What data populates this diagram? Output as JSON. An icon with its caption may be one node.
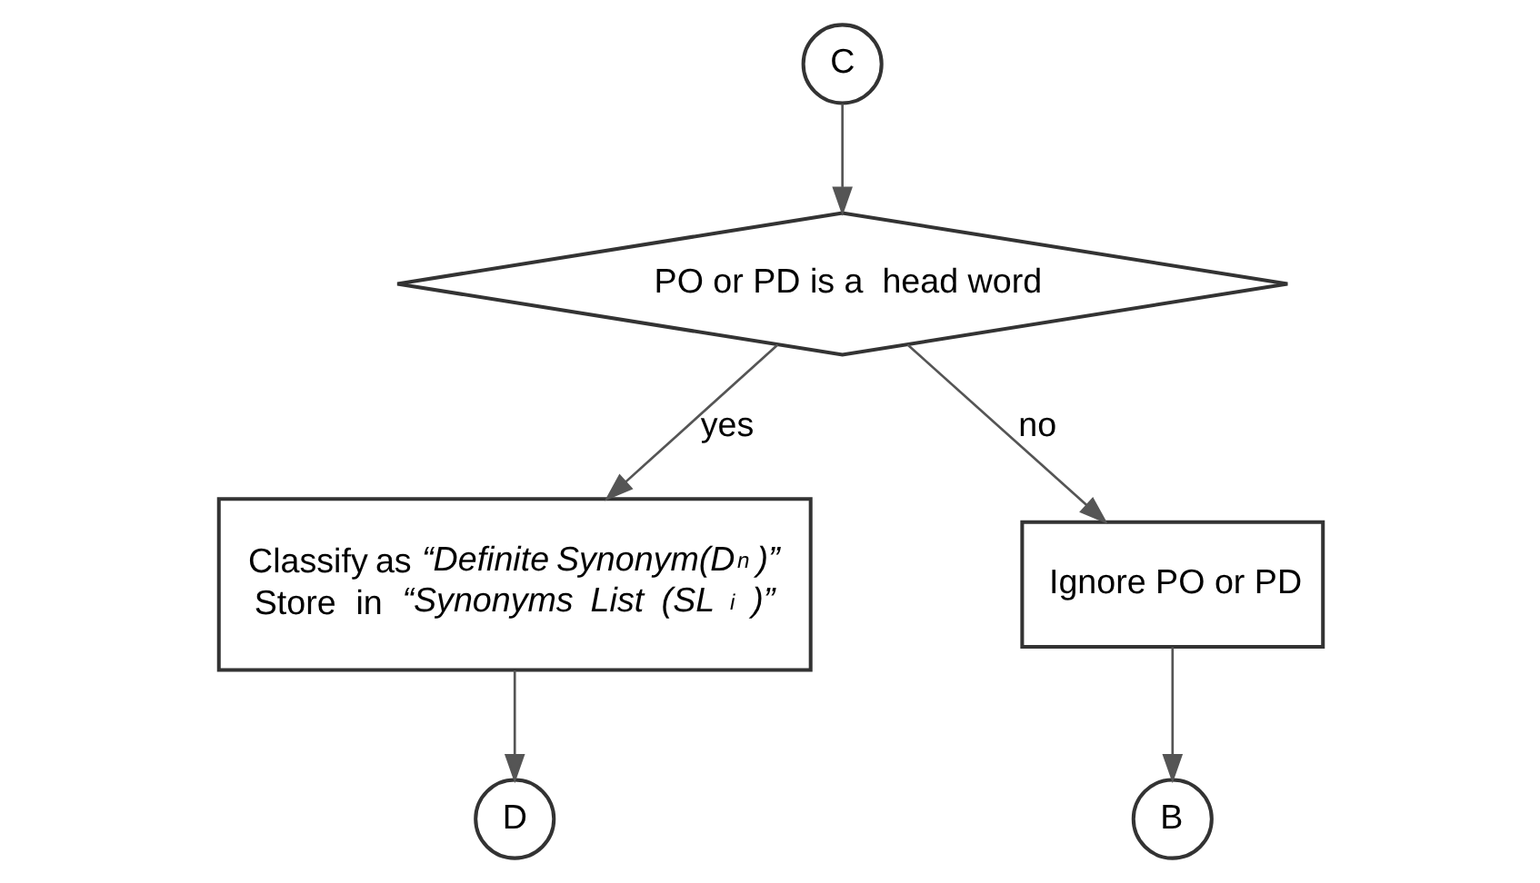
{
  "diagram": {
    "nodes": [
      {
        "text": [
          "C"
        ]
      },
      {
        "text": [
          "PO or PD is a  head word"
        ]
      },
      {
        "text": [
          "Classify as *“Definite Synonym(D$_{n}$)”*",
          "Store in *“Synonyms List (SL$_{i}$)”*"
        ]
      },
      {
        "text": [
          "Ignore PO or PD"
        ]
      },
      {
        "text": [
          "D"
        ]
      },
      {
        "text": [
          "B"
        ]
      }
    ],
    "edges": [
      {
        "from": 0,
        "to": 1,
        "arrow": "to"
      },
      {
        "from": 1,
        "to": 2,
        "arrow": "to",
        "label": "yes"
      },
      {
        "from": 1,
        "to": 3,
        "arrow": "to",
        "label": "no"
      },
      {
        "from": 2,
        "to": 4,
        "arrow": "to"
      },
      {
        "from": 3,
        "to": 5,
        "arrow": "to"
      }
    ]
  }
}
